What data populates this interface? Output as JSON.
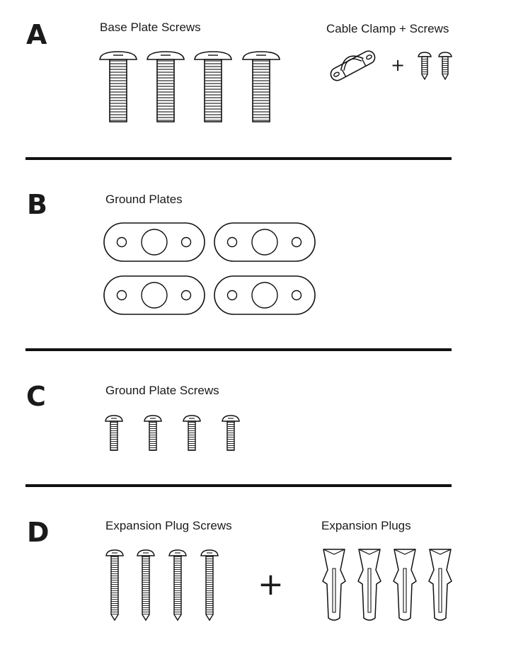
{
  "sections": [
    {
      "letter": "A",
      "items": [
        {
          "label": "Base Plate Screws"
        },
        {
          "label": "Cable Clamp + Screws"
        }
      ]
    },
    {
      "letter": "B",
      "items": [
        {
          "label": "Ground Plates"
        }
      ]
    },
    {
      "letter": "C",
      "items": [
        {
          "label": "Ground Plate Screws"
        }
      ]
    },
    {
      "letter": "D",
      "items": [
        {
          "label": "Expansion Plug Screws"
        },
        {
          "label": "Expansion Plugs"
        }
      ]
    }
  ],
  "plus_symbol": "+",
  "icons": {
    "base_plate_screw": "base-plate-screw-icon",
    "cable_clamp": "cable-clamp-icon",
    "small_screw": "small-screw-icon",
    "ground_plate": "ground-plate-icon",
    "ground_plate_screw": "ground-plate-screw-icon",
    "expansion_plug_screw": "expansion-plug-screw-icon",
    "expansion_plug": "expansion-plug-icon"
  }
}
